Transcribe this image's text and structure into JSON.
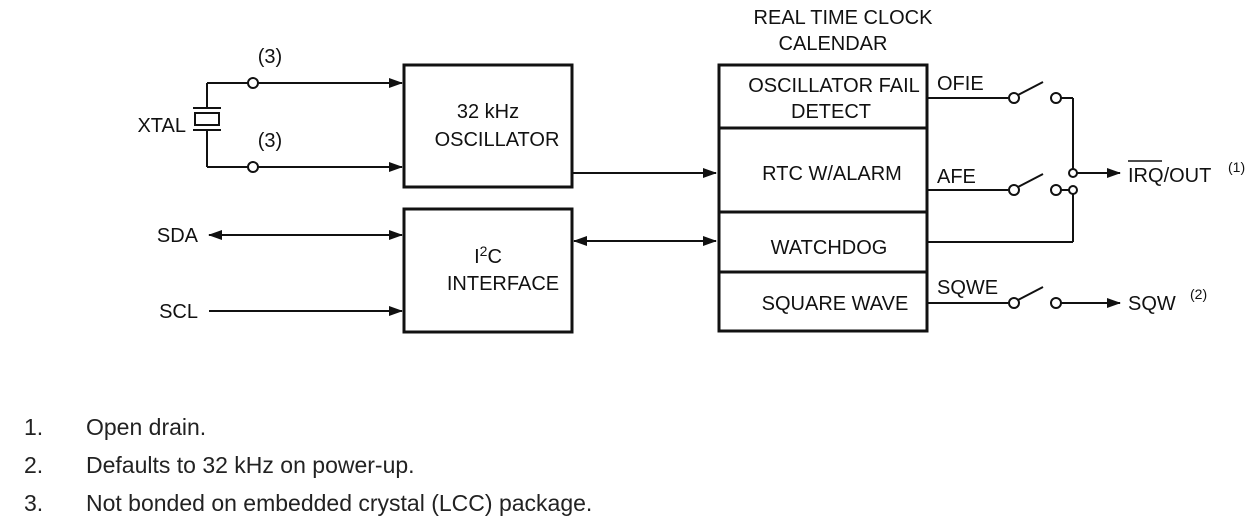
{
  "header": {
    "line1": "REAL TIME CLOCK",
    "line2": "CALENDAR"
  },
  "inputs": {
    "xtal": "XTAL",
    "note_ref_a": "(3)",
    "note_ref_b": "(3)",
    "sda": "SDA",
    "scl": "SCL"
  },
  "blocks": {
    "oscillator": {
      "line1": "32 kHz",
      "line2": "OSCILLATOR"
    },
    "i2c": {
      "line1_base": "I",
      "line1_sup": "2",
      "line1_tail": "C",
      "line2": "INTERFACE"
    },
    "rtc_rows": {
      "osc_fail_1": "OSCILLATOR FAIL",
      "osc_fail_2": "DETECT",
      "rtc_alarm": "RTC W/ALARM",
      "watchdog": "WATCHDOG",
      "square_wave": "SQUARE WAVE"
    }
  },
  "switches": {
    "ofie": "OFIE",
    "afe": "AFE",
    "sqwe": "SQWE"
  },
  "outputs": {
    "irq_bar": "IRQ",
    "irq_rest": "/OUT",
    "irq_ref": "(1)",
    "sqw": "SQW",
    "sqw_ref": "(2)"
  },
  "notes": [
    {
      "num": "1.",
      "text": "Open drain."
    },
    {
      "num": "2.",
      "text": "Defaults to 32 kHz on power-up."
    },
    {
      "num": "3.",
      "text": "Not bonded on embedded crystal (LCC) package."
    }
  ]
}
